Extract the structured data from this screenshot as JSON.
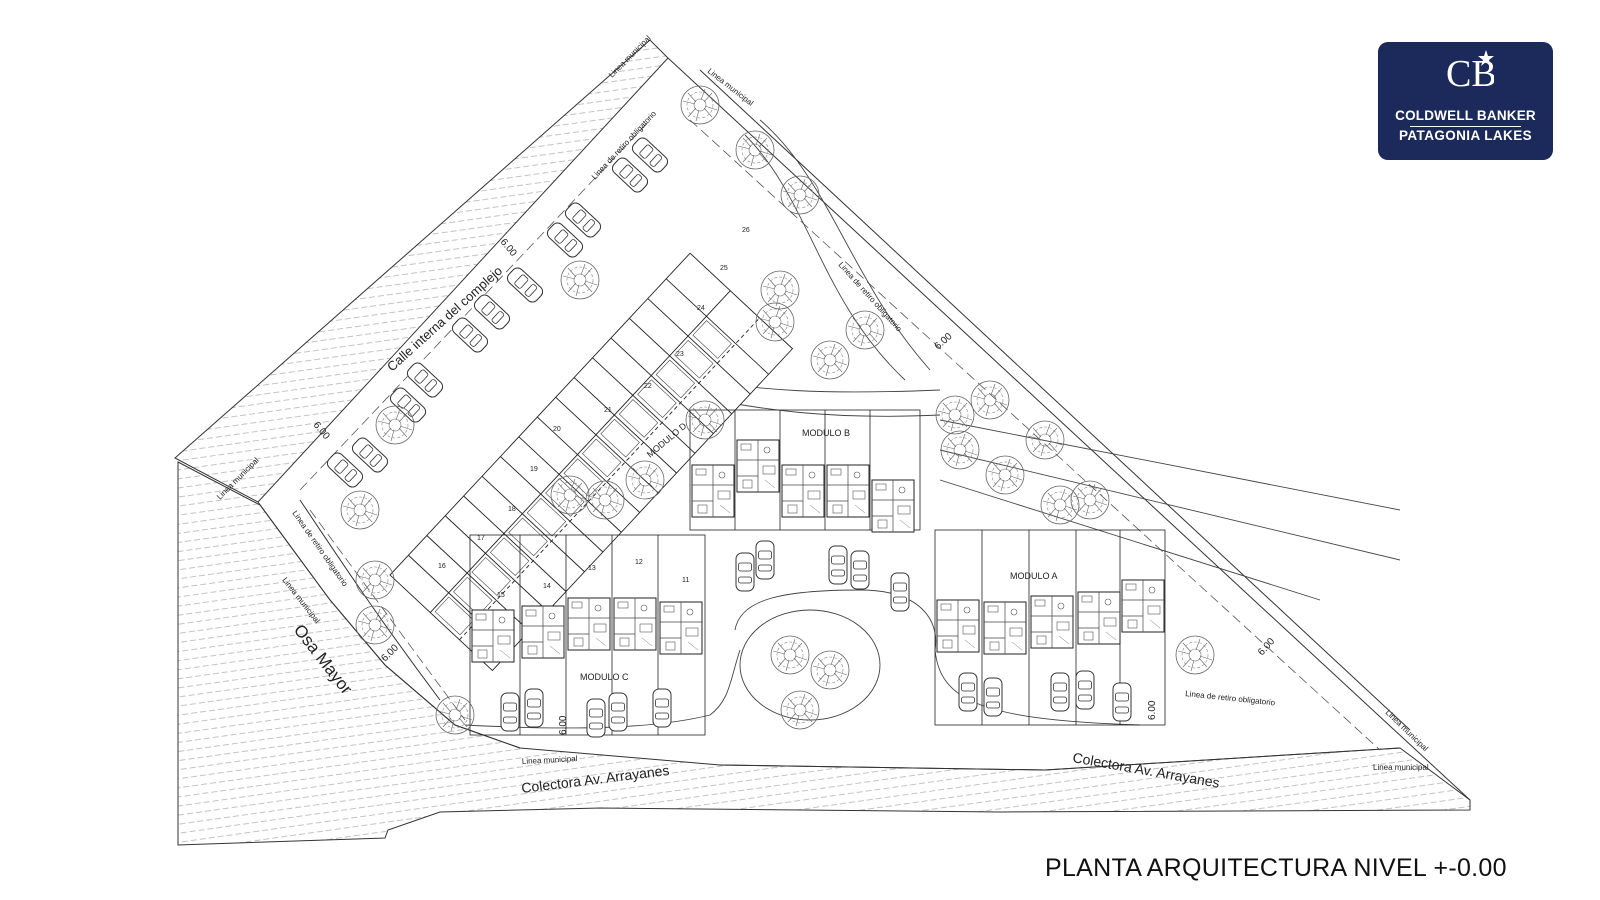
{
  "logo": {
    "monogram": "CB",
    "line1": "COLDWELL BANKER",
    "line2": "PATAGONIA LAKES",
    "background": "#1b2a5a"
  },
  "title": "PLANTA ARQUITECTURA NIVEL +-0.00",
  "labels": {
    "linea_municipal": "Linea municipal",
    "linea_retiro": "Linea de retiro obligatorio",
    "calle_interna": "Calle interna del complejo",
    "osa_mayor": "Osa Mayor",
    "colectora": "Colectora Av. Arrayanes",
    "dim_600": "6.00",
    "modulo_a": "MODULO A",
    "modulo_b": "MODULO B",
    "modulo_c": "MODULO C",
    "modulo_d": "MODULO D"
  },
  "lots": [
    "11",
    "12",
    "13",
    "14",
    "15",
    "16",
    "17",
    "18",
    "19",
    "20",
    "21",
    "22",
    "23",
    "24",
    "25",
    "26"
  ],
  "icons": {
    "trees": "tree-icon",
    "cars": "car-icon",
    "star": "star-icon"
  }
}
